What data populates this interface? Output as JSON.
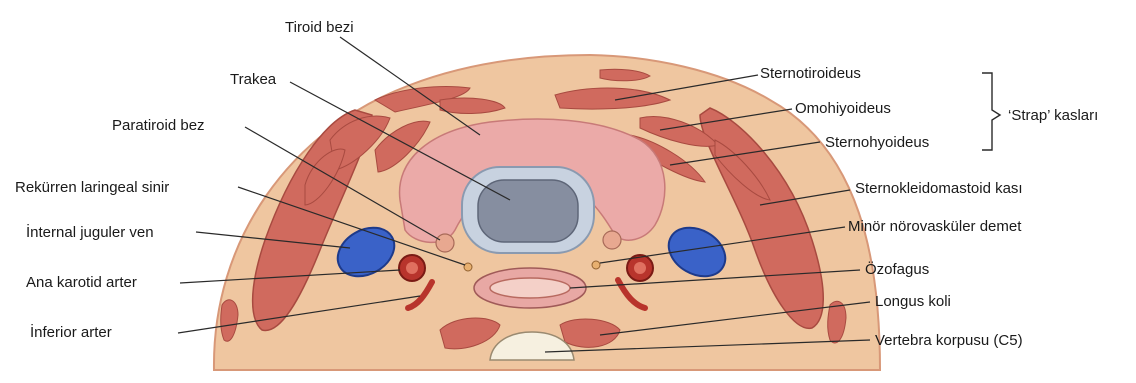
{
  "labels": {
    "tiroid_bezi": "Tiroid bezi",
    "trakea": "Trakea",
    "paratiroid_bez": "Paratiroid bez",
    "rekurren": "Rekürren laringeal sinir",
    "internal_juguler": "İnternal juguler ven",
    "ana_karotid": "Ana karotid arter",
    "inferior_arter": "İnferior arter",
    "sternotiroideus": "Sternotiroideus",
    "omohiyoideus": "Omohiyoideus",
    "sternohyoideus": "Sternohyoideus",
    "strap_kaslari": "‘Strap’ kasları",
    "sternokleidomastoid": "Sternokleidomastoid kası",
    "minor_norovaskuler": "Minör nörovasküler demet",
    "ozofagus": "Özofagus",
    "longus_koli": "Longus koli",
    "vertebra_korpusu": "Vertebra korpusu (C5)"
  },
  "colors": {
    "skin": "#efc6a0",
    "muscle": "#d06a5e",
    "thyroid": "#ebaaa8",
    "vein": "#3a62c8",
    "artery": "#b8342c"
  }
}
